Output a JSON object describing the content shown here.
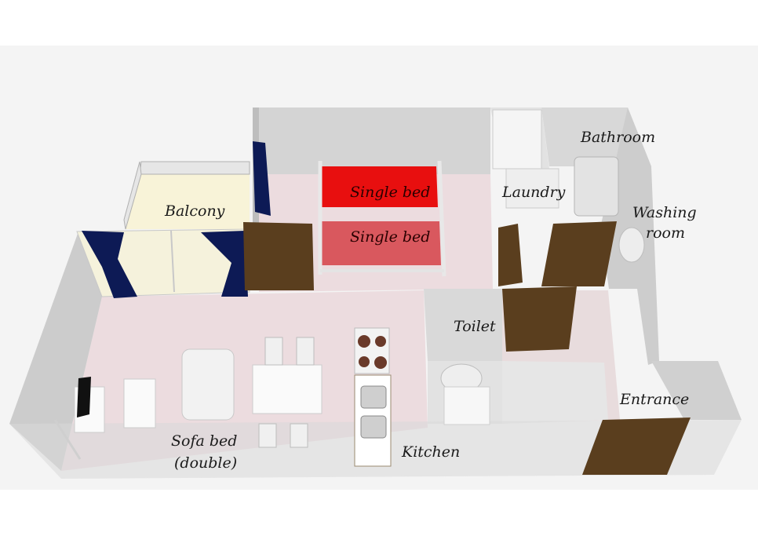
{
  "rooms": {
    "balcony": "Balcony",
    "single_bed_1": "Single bed",
    "single_bed_2": "Single bed",
    "laundry": "Laundry",
    "bathroom": "Bathroom",
    "washing_room_line1": "Washing",
    "washing_room_line2": "room",
    "toilet": "Toilet",
    "entrance": "Entrance",
    "sofa_bed_line1": "Sofa bed",
    "sofa_bed_line2": "(double)",
    "kitchen": "Kitchen"
  },
  "colors": {
    "background": "#f4f4f4",
    "floor": "#ecdcdf",
    "wall": "#cfcfcf",
    "door": "#5a3e1e",
    "curtain": "#0d1a55",
    "bed_top": "#e80f0f",
    "bed_bottom": "#d9585e",
    "balcony_floor": "#f8f3d8"
  }
}
